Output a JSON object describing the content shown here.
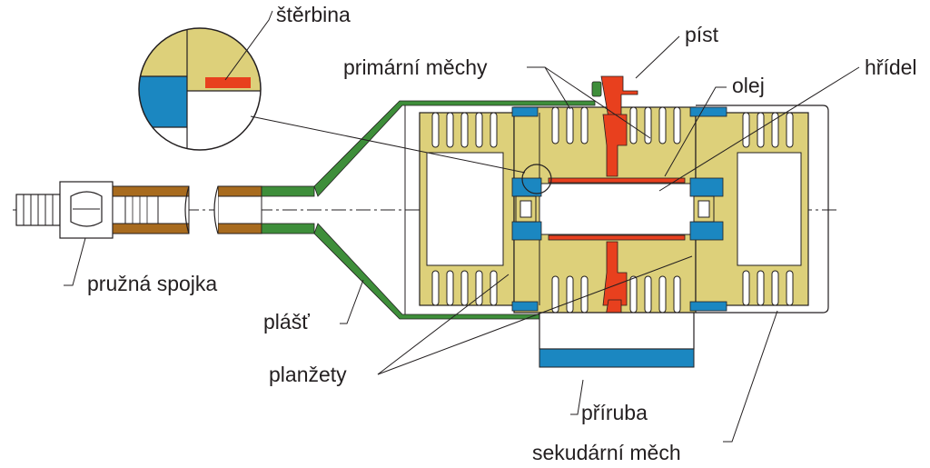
{
  "labels": {
    "sterbina": "štěrbina",
    "pist": "píst",
    "primarni_mechy": "primární měchy",
    "olej": "olej",
    "hridel": "hřídel",
    "pruzna_spojka": "pružná spojka",
    "plast": "plášť",
    "planzety": "planžety",
    "priruba": "příruba",
    "sekundarni_mech": "sekudární měch"
  },
  "colors": {
    "bellows": "#ddd07a",
    "flange": "#1b87c1",
    "piston": "#e8401e",
    "shell": "#3e8e3a",
    "tube": "#a86b1e",
    "outline": "#231f20"
  }
}
